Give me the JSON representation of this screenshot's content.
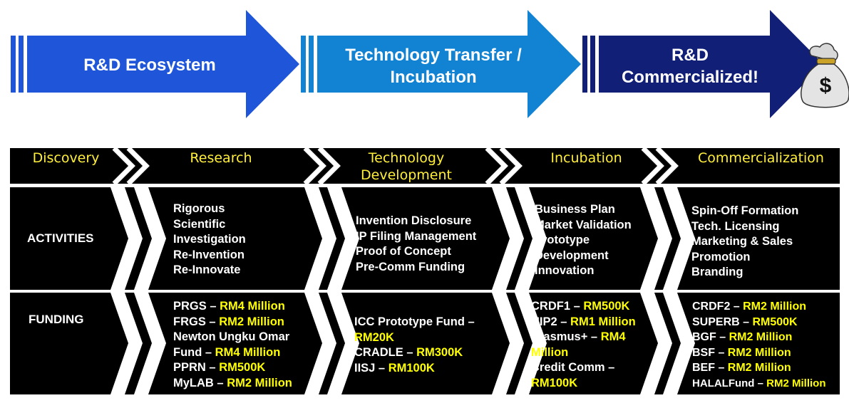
{
  "process_arrows": [
    {
      "title": "R&D Ecosystem",
      "color": "#1f56d9"
    },
    {
      "title": "Technology Transfer / Incubation",
      "color": "#1283d3"
    },
    {
      "title": "R&D Commercialized!",
      "color": "#121f77"
    }
  ],
  "money_bag_icon": {
    "symbol": "$"
  },
  "stages": [
    "Discovery",
    "Research",
    "Technology Development",
    "Incubation",
    "Commercialization"
  ],
  "rows": {
    "activities_label": "ACTIVITIES",
    "funding_label": "FUNDING"
  },
  "activities": {
    "research": [
      "Rigorous",
      "Scientific",
      "Investigation",
      "Re-Invention",
      "Re-Innovate"
    ],
    "technology_development": [
      "Invention Disclosure",
      "IP Filing Management",
      "Proof of Concept",
      "Pre-Comm Funding"
    ],
    "incubation": [
      "Business Plan",
      "Market Validation",
      "Prototype",
      "Development",
      "Innovation"
    ],
    "commercialization": [
      "Spin-Off Formation",
      "Tech. Licensing",
      "Marketing & Sales",
      "Promotion",
      "Branding"
    ]
  },
  "funding": {
    "research": [
      {
        "name": "PRGS – ",
        "amount": "RM4 Million"
      },
      {
        "name": "FRGS – ",
        "amount": "RM2 Million"
      },
      {
        "name": "Newton Ungku Omar",
        "amount": ""
      },
      {
        "name": "Fund – ",
        "amount": "RM4 Million"
      },
      {
        "name": "PPRN – ",
        "amount": "RM500K"
      },
      {
        "name": "MyLAB – ",
        "amount": "RM2 Million"
      }
    ],
    "technology_development": [
      {
        "name": "ICC Prototype Fund –",
        "amount": ""
      },
      {
        "name": "",
        "amount": "RM20K"
      },
      {
        "name": "CRADLE – ",
        "amount": "RM300K"
      },
      {
        "name": "IISJ – ",
        "amount": "RM100K"
      }
    ],
    "incubation": [
      {
        "name": "CRDF1 – ",
        "amount": "RM500K"
      },
      {
        "name": "HIP2 – ",
        "amount": "RM1 Million"
      },
      {
        "name": "Erasmus+ – ",
        "amount": "RM4"
      },
      {
        "name": "",
        "amount": "Million"
      },
      {
        "name": "Credit Comm –",
        "amount": ""
      },
      {
        "name": "",
        "amount": "RM100K"
      }
    ],
    "commercialization": [
      {
        "name": "CRDF2 – ",
        "amount": "RM2 Million"
      },
      {
        "name": "SUPERB – ",
        "amount": "RM500K"
      },
      {
        "name": "BGF – ",
        "amount": "RM2 Million"
      },
      {
        "name": "BSF – ",
        "amount": "RM2 Million"
      },
      {
        "name": "BEF – ",
        "amount": "RM2 Million"
      },
      {
        "name": "HALALFund – ",
        "amount": "RM2 Million"
      }
    ]
  }
}
